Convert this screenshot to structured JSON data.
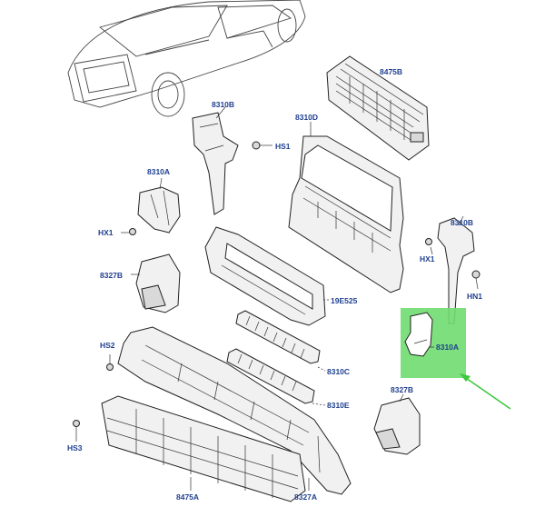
{
  "diagram": {
    "highlight_color": "#6fdc6f",
    "arrow_color": "#3ec83e",
    "label_color": "#1f3f8f",
    "labels": {
      "p8475B": "8475B",
      "p8310B_top": "8310B",
      "p8310D": "8310D",
      "pHS1": "HS1",
      "p8310A_top": "8310A",
      "pHX1_left": "HX1",
      "p8327B_left": "8327B",
      "p19E525": "19E525",
      "p8310B_right": "8310B",
      "pHX1_right": "HX1",
      "pHN1": "HN1",
      "p8310A_hl": "8310A",
      "pHS2": "HS2",
      "p8310C": "8310C",
      "p8310E": "8310E",
      "p8327B_right": "8327B",
      "pHS3": "HS3",
      "p8475A": "8475A",
      "p8327A": "8327A"
    }
  }
}
